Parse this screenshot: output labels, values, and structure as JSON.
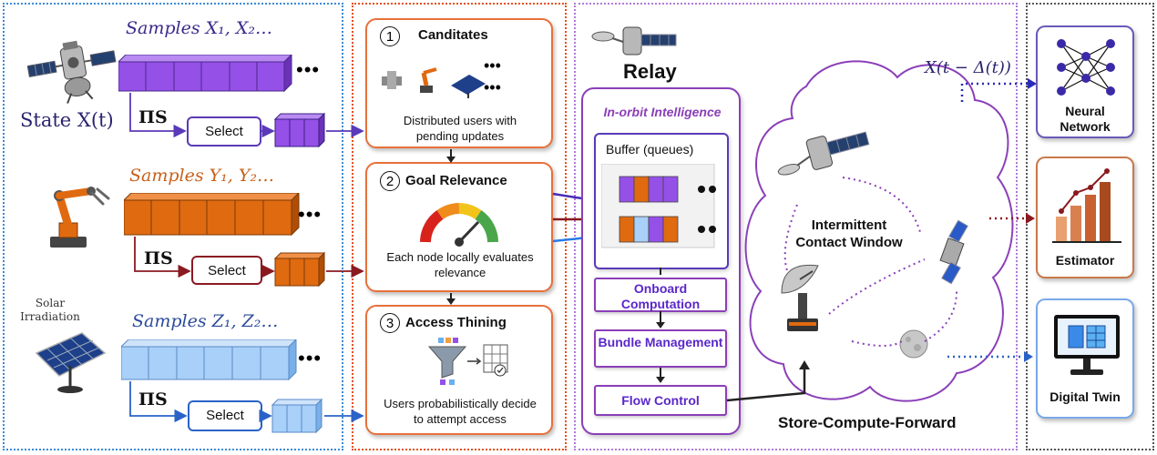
{
  "left": {
    "row1": {
      "samples": "Samples X₁, X₂…",
      "state": "State X(t)",
      "policy": "ΠS",
      "select": "Select",
      "dots": "•••"
    },
    "row2": {
      "samples": "Samples Y₁, Y₂…",
      "policy": "ΠS",
      "select": "Select",
      "dots": "•••"
    },
    "row3": {
      "samples": "Samples Z₁, Z₂…",
      "policy": "ΠS",
      "select": "Select",
      "dots": "•••",
      "solar_label": "Solar Irradiation"
    }
  },
  "middle": {
    "step1": {
      "num": "1",
      "title": "Canditates",
      "desc": "Distributed users with pending updates"
    },
    "step2": {
      "num": "2",
      "title": "Goal Relevance",
      "desc": "Each node locally evaluates relevance"
    },
    "step3": {
      "num": "3",
      "title": "Access Thining",
      "desc": "Users probabilistically decide to attempt access"
    }
  },
  "relay": {
    "title": "Relay",
    "subtitle": "In-orbit Intelligence",
    "buffer": "Buffer (queues)",
    "onboard": "Onboard Computation",
    "bundle": "Bundle Management",
    "flow": "Flow Control"
  },
  "cloud": {
    "contact": "Intermittent Contact Window",
    "footer": "Store-Compute-Forward",
    "formula": "X(t − Δ(t))"
  },
  "outputs": {
    "nn": "Neural Network",
    "estimator": "Estimator",
    "twin": "Digital Twin"
  },
  "colors": {
    "purple": "#8a3fe0",
    "orange": "#e06a10",
    "blue": "#9cc8f5",
    "accent_orange": "#e8703a",
    "relay_purple": "#8a3fb8"
  }
}
